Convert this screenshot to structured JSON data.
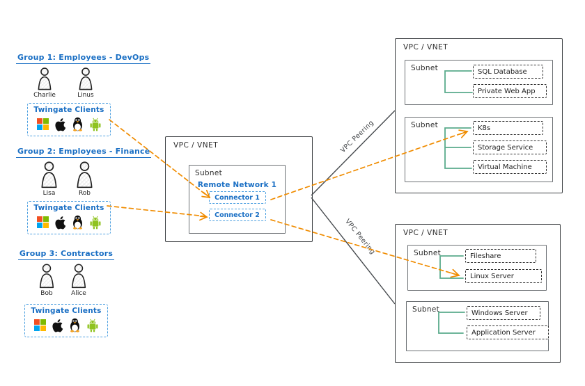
{
  "groups": [
    {
      "title": "Group 1: Employees - DevOps",
      "members": [
        {
          "name": "Charlie"
        },
        {
          "name": "Linus"
        }
      ],
      "clients_label": "Twingate Clients",
      "platforms": [
        "windows",
        "apple",
        "linux",
        "android"
      ]
    },
    {
      "title": "Group 2: Employees - Finance",
      "members": [
        {
          "name": "Lisa"
        },
        {
          "name": "Rob"
        }
      ],
      "clients_label": "Twingate Clients",
      "platforms": [
        "windows",
        "apple",
        "linux",
        "android"
      ]
    },
    {
      "title": "Group 3: Contractors",
      "members": [
        {
          "name": "Bob"
        },
        {
          "name": "Alice"
        }
      ],
      "clients_label": "Twingate Clients",
      "platforms": [
        "windows",
        "apple",
        "linux",
        "android"
      ]
    }
  ],
  "remote_vpc": {
    "label": "VPC / VNET",
    "subnet": {
      "label": "Subnet",
      "network_label": "Remote Network 1",
      "connectors": [
        {
          "label": "Connector 1"
        },
        {
          "label": "Connector 2"
        }
      ]
    }
  },
  "peering": {
    "top": "VPC Peering",
    "bottom": "VPC Peering"
  },
  "vpc_top": {
    "label": "VPC / VNET",
    "subnets": [
      {
        "label": "Subnet",
        "resources": [
          {
            "name": "SQL Database"
          },
          {
            "name": "Private Web App"
          }
        ]
      },
      {
        "label": "Subnet",
        "resources": [
          {
            "name": "K8s"
          },
          {
            "name": "Storage Service"
          },
          {
            "name": "Virtual Machine"
          }
        ]
      }
    ]
  },
  "vpc_bottom": {
    "label": "VPC / VNET",
    "subnets": [
      {
        "label": "Subnet",
        "resources": [
          {
            "name": "Fileshare"
          },
          {
            "name": "Linux Server"
          }
        ]
      },
      {
        "label": "Subnet",
        "resources": [
          {
            "name": "Windows Server"
          },
          {
            "name": "Application Server"
          }
        ]
      }
    ]
  },
  "colors": {
    "accent_blue": "#1a6fc4",
    "arrow_orange": "#f08c00",
    "bracket_green": "#5aab8c",
    "box_dark": "#3d4043"
  }
}
